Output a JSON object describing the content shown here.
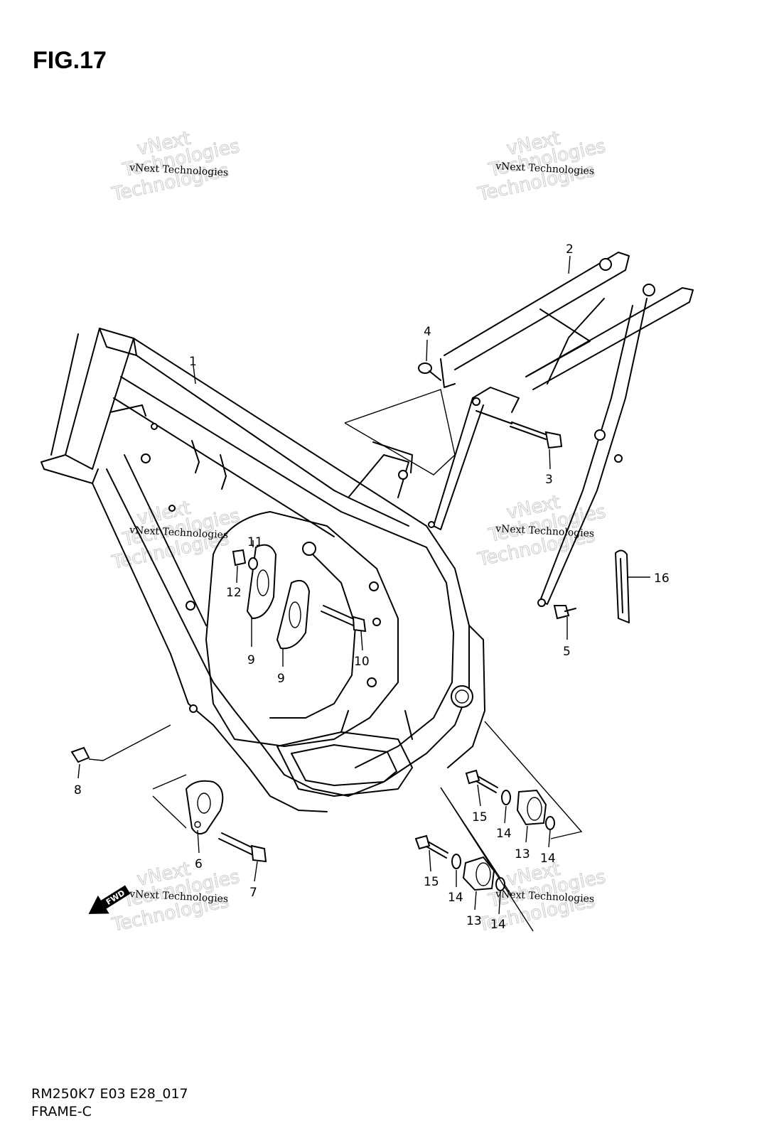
{
  "figure": {
    "title": "FIG.17"
  },
  "footer": {
    "code": "RM250K7 E03 E28_017",
    "name": "FRAME-C"
  },
  "watermark": {
    "line1": "vNext Technologies",
    "big1": "vNext",
    "big2": "Technologies",
    "big3": "Technologies"
  },
  "fwd_label": "FWD",
  "callouts": [
    {
      "id": "c1",
      "label": "1"
    },
    {
      "id": "c2",
      "label": "2"
    },
    {
      "id": "c3",
      "label": "3"
    },
    {
      "id": "c4",
      "label": "4"
    },
    {
      "id": "c5",
      "label": "5"
    },
    {
      "id": "c6",
      "label": "6"
    },
    {
      "id": "c7",
      "label": "7"
    },
    {
      "id": "c8",
      "label": "8"
    },
    {
      "id": "c9a",
      "label": "9"
    },
    {
      "id": "c9b",
      "label": "9"
    },
    {
      "id": "c10",
      "label": "10"
    },
    {
      "id": "c11",
      "label": "11"
    },
    {
      "id": "c12",
      "label": "12"
    },
    {
      "id": "c13a",
      "label": "13"
    },
    {
      "id": "c13b",
      "label": "13"
    },
    {
      "id": "c14a",
      "label": "14"
    },
    {
      "id": "c14b",
      "label": "14"
    },
    {
      "id": "c14c",
      "label": "14"
    },
    {
      "id": "c14d",
      "label": "14"
    },
    {
      "id": "c15a",
      "label": "15"
    },
    {
      "id": "c15b",
      "label": "15"
    },
    {
      "id": "c16",
      "label": "16"
    }
  ]
}
